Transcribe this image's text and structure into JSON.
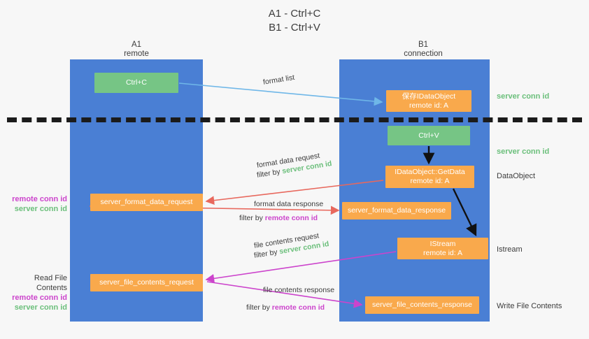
{
  "title": "A1 - Ctrl+C\nB1 - Ctrl+V",
  "lanes": [
    {
      "name": "A1",
      "sub": "remote",
      "header": "A1\nremote"
    },
    {
      "name": "B1",
      "sub": "connection",
      "header": "B1\nconnection"
    }
  ],
  "colors": {
    "lane": "#4a7fd4",
    "green_box": "#76c585",
    "orange_box": "#f9a94c",
    "server_conn_id": "#6bbf7b",
    "remote_conn_id": "#cc44cc",
    "divider": "#1b1b1b",
    "arrow_blue": "#6fb7e8",
    "arrow_red": "#e8685d",
    "arrow_magenta": "#cc44cc",
    "arrow_black": "#111111",
    "background": "#f7f7f7"
  },
  "boxes": {
    "ctrl_c": "Ctrl+C",
    "idataobject": "保存IDataObject\nremote id: A",
    "ctrl_v": "Ctrl+V",
    "getdata": "IDataObject::GetData\nremote id: A",
    "server_format_data_request": "server_format_data_request",
    "server_format_data_response": "server_format_data_response",
    "istream": "IStream\nremote id: A",
    "server_file_contents_request": "server_file_contents_request",
    "server_file_contents_response": "server_file_contents_response"
  },
  "arrow_labels": {
    "format_list": "format list",
    "format_data_request": "format data request",
    "format_data_request_filter_prefix": "filter by ",
    "format_data_request_filter_value": "server conn id",
    "format_data_response": "format data response",
    "format_data_response_filter_prefix": "filter by ",
    "format_data_response_filter_value": "remote conn id",
    "file_contents_request": "file contents request",
    "file_contents_request_filter_prefix": "filter by ",
    "file_contents_request_filter_value": "server conn id",
    "file_contents_response": "file contents response",
    "file_contents_response_filter_prefix": "filter by ",
    "file_contents_response_filter_value": "remote conn id"
  },
  "side_notes": {
    "server_conn_id_top": "server conn id",
    "server_conn_id_mid": "server conn id",
    "dataobject": "DataObject",
    "istream": "Istream",
    "write_file_contents": "Write File Contents",
    "read_file_contents": "Read File Contents",
    "remote_conn_id": "remote conn id",
    "server_conn_id": "server conn id"
  }
}
